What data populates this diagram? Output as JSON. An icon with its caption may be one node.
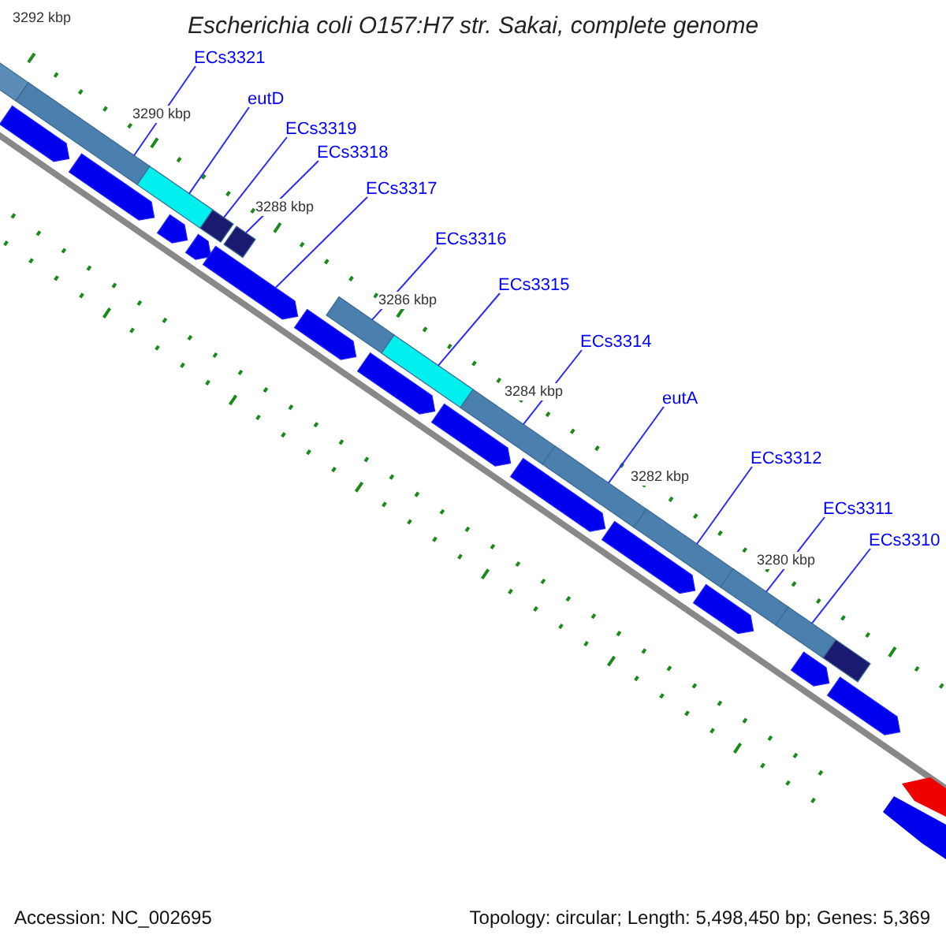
{
  "diagram": {
    "title": "Escherichia coli O157:H7 str. Sakai, complete genome",
    "nodes": [
      {
        "text": [
          "ECs3321"
        ]
      },
      {
        "text": [
          "eutD"
        ]
      },
      {
        "text": [
          "ECs3319"
        ]
      },
      {
        "text": [
          "ECs3318"
        ]
      },
      {
        "text": [
          "ECs3317"
        ]
      },
      {
        "text": [
          "ECs3316"
        ]
      },
      {
        "text": [
          "ECs3315"
        ]
      },
      {
        "text": [
          "ECs3314"
        ]
      },
      {
        "text": [
          "eutA"
        ]
      },
      {
        "text": [
          "ECs3312"
        ]
      },
      {
        "text": [
          "ECs3311"
        ]
      },
      {
        "text": [
          "ECs3310"
        ]
      },
      {
        "text": [],
        "shape": "bar"
      },
      {
        "text": [],
        "shape": "bar"
      },
      {
        "text": [],
        "shape": "bar"
      },
      {
        "text": [],
        "shape": "bar"
      },
      {
        "text": [],
        "shape": "bar"
      },
      {
        "text": [],
        "shape": "bar"
      },
      {
        "text": [],
        "shape": "bar"
      },
      {
        "text": [],
        "shape": "bar"
      },
      {
        "text": [],
        "shape": "bar"
      },
      {
        "text": [],
        "shape": "bar"
      },
      {
        "text": [],
        "shape": "bar"
      },
      {
        "text": [],
        "shape": "bar"
      }
    ],
    "edges": [
      {
        "from": 0,
        "to": 12,
        "arrow": "none"
      },
      {
        "from": 1,
        "to": 13,
        "arrow": "none"
      },
      {
        "from": 2,
        "to": 14,
        "arrow": "none"
      },
      {
        "from": 3,
        "to": 15,
        "arrow": "none"
      },
      {
        "from": 4,
        "to": 16,
        "arrow": "none"
      },
      {
        "from": 5,
        "to": 17,
        "arrow": "none"
      },
      {
        "from": 6,
        "to": 18,
        "arrow": "none"
      },
      {
        "from": 7,
        "to": 19,
        "arrow": "none"
      },
      {
        "from": 8,
        "to": 20,
        "arrow": "none"
      },
      {
        "from": 9,
        "to": 21,
        "arrow": "none"
      },
      {
        "from": 10,
        "to": 22,
        "arrow": "none"
      },
      {
        "from": 11,
        "to": 23,
        "arrow": "none"
      }
    ],
    "labels": [
      "3292 kbp",
      "3290 kbp",
      "3288 kbp",
      "3286 kbp",
      "3284 kbp",
      "3282 kbp",
      "3280 kbp",
      "Accession: NC_002695",
      "Topology: circular; Length: 5,498,450 bp; Genes: 5,369"
    ]
  }
}
